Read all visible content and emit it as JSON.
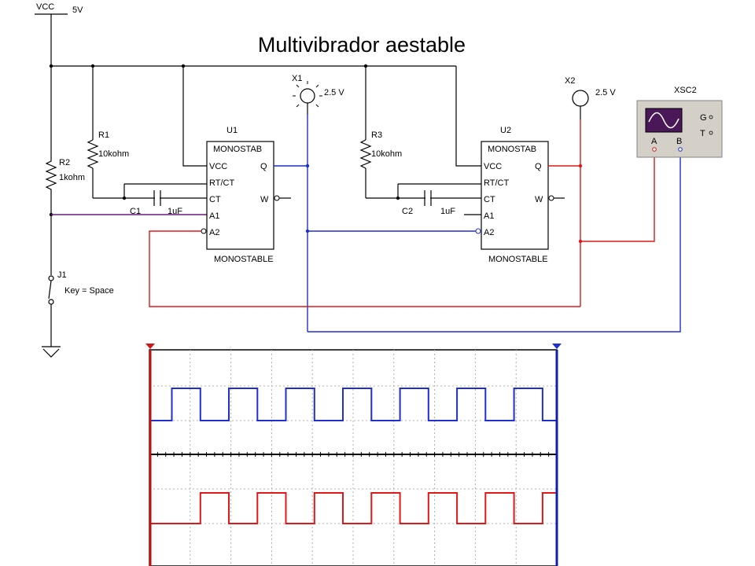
{
  "title": "Multivibrador aestable",
  "supply": {
    "name": "VCC",
    "voltage": "5V"
  },
  "resistors": [
    {
      "ref": "R1",
      "value": "10kohm"
    },
    {
      "ref": "R2",
      "value": "1kohm"
    },
    {
      "ref": "R3",
      "value": "10kohm"
    }
  ],
  "capacitors": [
    {
      "ref": "C1",
      "value": "1uF"
    },
    {
      "ref": "C2",
      "value": "1uF"
    }
  ],
  "monostables": [
    {
      "ref": "U1",
      "header": "MONOSTAB",
      "footer": "MONOSTABLE",
      "pins": {
        "vcc": "VCC",
        "q": "Q",
        "rtct": "RT/CT",
        "w": "W",
        "ct": "CT",
        "a1": "A1",
        "a2": "A2"
      }
    },
    {
      "ref": "U2",
      "header": "MONOSTAB",
      "footer": "MONOSTABLE",
      "pins": {
        "vcc": "VCC",
        "q": "Q",
        "rtct": "RT/CT",
        "w": "W",
        "ct": "CT",
        "a1": "A1",
        "a2": "A2"
      }
    }
  ],
  "probes": [
    {
      "ref": "X1",
      "voltage": "2.5 V",
      "state": "lit"
    },
    {
      "ref": "X2",
      "voltage": "2.5 V",
      "state": "off"
    }
  ],
  "switch": {
    "ref": "J1",
    "key": "Key = Space"
  },
  "oscilloscope": {
    "ref": "XSC2",
    "labels": {
      "g": "G",
      "t": "T",
      "a": "A",
      "b": "B"
    }
  },
  "colors": {
    "channel_a": "#e01818",
    "channel_b": "#1f2fd0",
    "trigger_wire": "#6a1a7a",
    "wire": "#000000"
  },
  "chart_data": {
    "type": "line",
    "title": "",
    "grid": true,
    "xlim": [
      0,
      10
    ],
    "series": [
      {
        "color": "#1f2fd0",
        "x": [
          0,
          0.55,
          0.55,
          1.25,
          1.25,
          1.95,
          1.95,
          2.65,
          2.65,
          3.35,
          3.35,
          4.05,
          4.05,
          4.75,
          4.75,
          5.45,
          5.45,
          6.15,
          6.15,
          6.85,
          6.85,
          7.55,
          7.55,
          8.25,
          8.25,
          8.95,
          8.95,
          9.65,
          9.65,
          10
        ],
        "y": [
          0,
          0,
          1,
          1,
          0,
          0,
          1,
          1,
          0,
          0,
          1,
          1,
          0,
          0,
          1,
          1,
          0,
          0,
          1,
          1,
          0,
          0,
          1,
          1,
          0,
          0,
          1,
          1,
          0,
          0
        ]
      },
      {
        "color": "#e01818",
        "x": [
          0,
          1.25,
          1.25,
          1.95,
          1.95,
          2.65,
          2.65,
          3.35,
          3.35,
          4.05,
          4.05,
          4.75,
          4.75,
          5.45,
          5.45,
          6.15,
          6.15,
          6.85,
          6.85,
          7.55,
          7.55,
          8.25,
          8.25,
          8.95,
          8.95,
          9.65,
          9.65,
          10
        ],
        "y": [
          0,
          0,
          1,
          1,
          0,
          0,
          1,
          1,
          0,
          0,
          1,
          1,
          0,
          0,
          1,
          1,
          0,
          0,
          1,
          1,
          0,
          0,
          1,
          1,
          0,
          0,
          1,
          1
        ]
      }
    ]
  }
}
